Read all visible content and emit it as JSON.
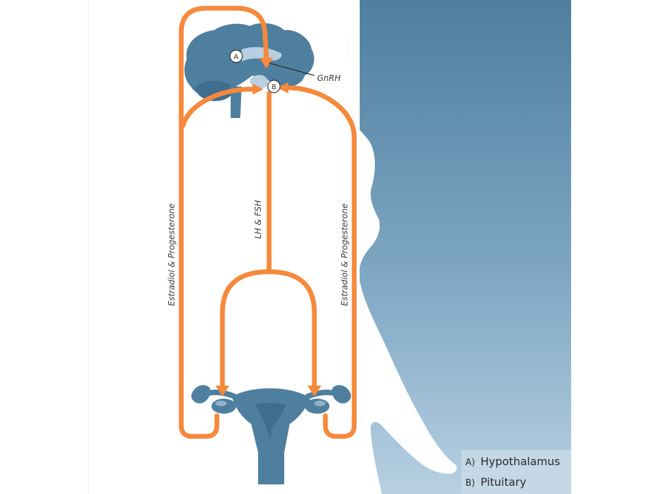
{
  "diagram": {
    "markers": {
      "a": "A",
      "b": "B"
    },
    "labels": {
      "gnrh": "GnRH",
      "left_pathway": "Estradiol & Progesterone",
      "center_pathway": "LH & FSH",
      "right_pathway": "Estradiol & Progesterone"
    }
  },
  "legend": {
    "items": [
      {
        "key": "A)",
        "label": "Hypothalamus"
      },
      {
        "key": "B)",
        "label": "Pituitary"
      }
    ]
  },
  "colors": {
    "arrow": "#f5893c",
    "organ": "#4f7f9f",
    "organ_dark": "#3f6d8d",
    "body_top": "#4f7f9f",
    "body_bottom": "#b7d0e2",
    "legend_bg": "#c4d8e6"
  }
}
